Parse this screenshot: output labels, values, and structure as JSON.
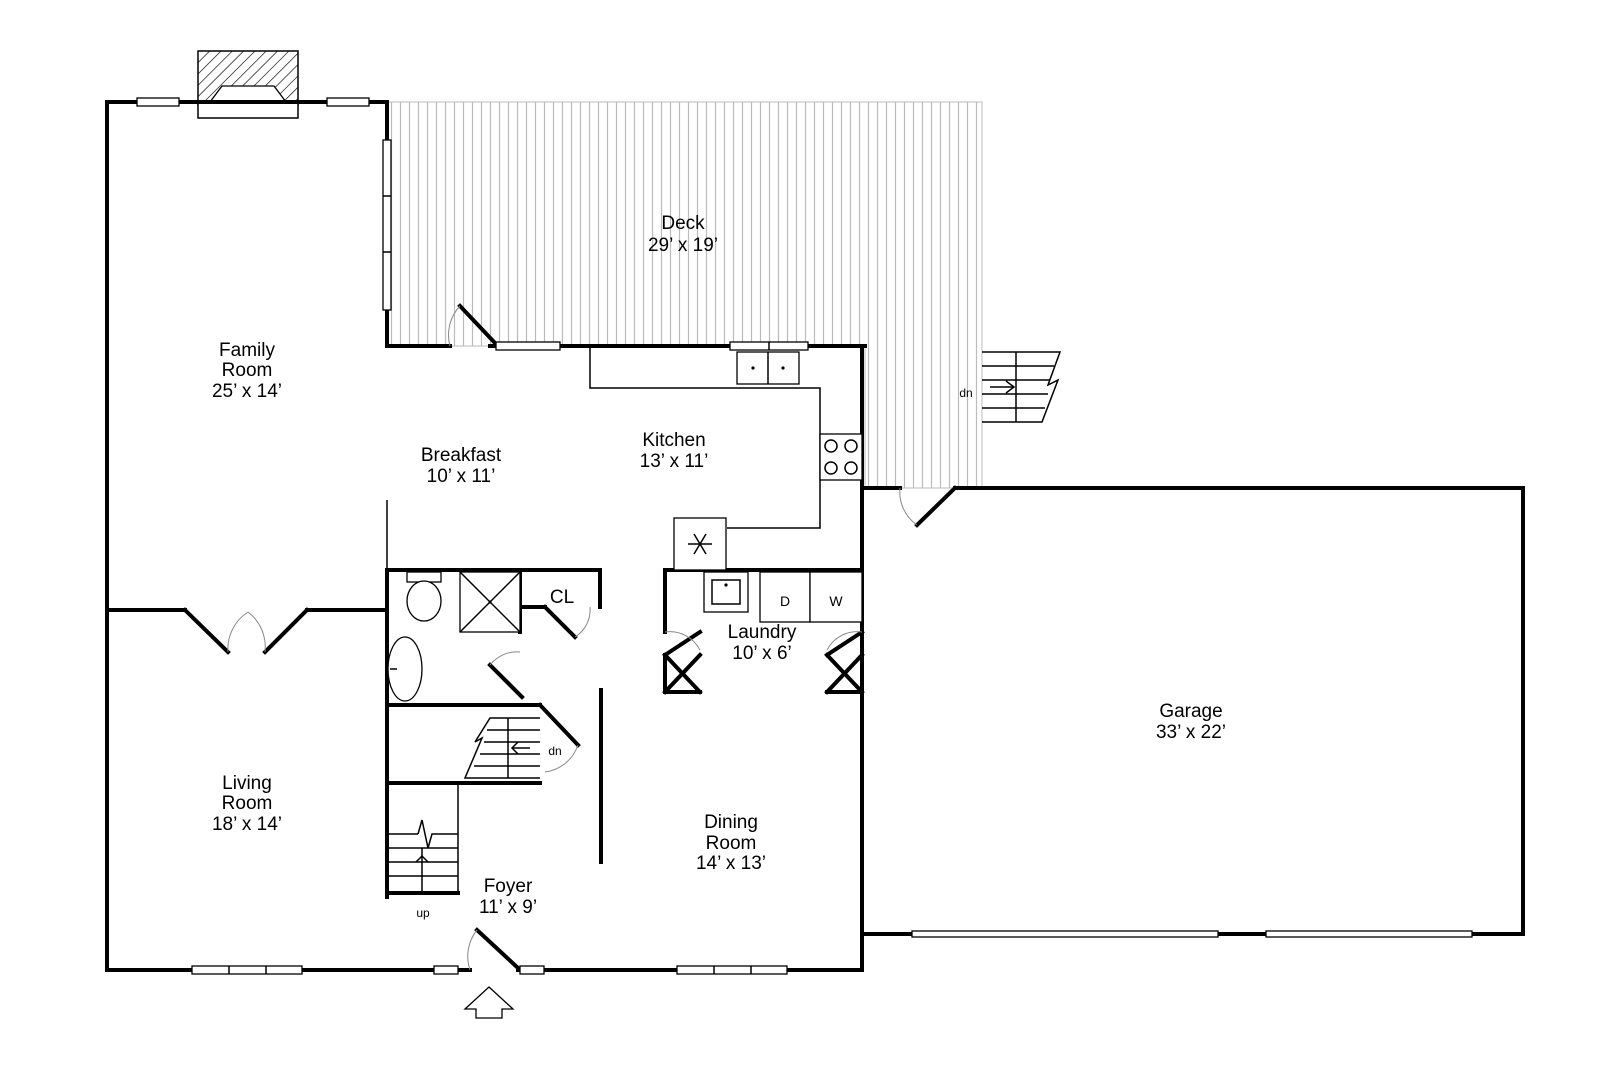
{
  "rooms": {
    "deck": {
      "name": "Deck",
      "dims": "29’ x 19’"
    },
    "family_room": {
      "name_line1": "Family",
      "name_line2": "Room",
      "dims": "25’ x 14’"
    },
    "breakfast": {
      "name": "Breakfast",
      "dims": "10’ x 11’"
    },
    "kitchen": {
      "name": "Kitchen",
      "dims": "13’ x 11’"
    },
    "laundry": {
      "name": "Laundry",
      "dims": "10’ x 6’"
    },
    "living_room": {
      "name_line1": "Living",
      "name_line2": "Room",
      "dims": "18’ x 14’"
    },
    "dining_room": {
      "name_line1": "Dining",
      "name_line2": "Room",
      "dims": "14’ x 13’"
    },
    "foyer": {
      "name": "Foyer",
      "dims": "11’ x 9’"
    },
    "garage": {
      "name": "Garage",
      "dims": "33’ x 22’"
    }
  },
  "labels": {
    "closet": "CL",
    "dryer": "D",
    "washer": "W",
    "stairs_down_main": "dn",
    "stairs_down_deck": "dn",
    "stairs_up": "up"
  },
  "colors": {
    "wall": "#000000",
    "deck_boards": "#bbbbbb",
    "background": "#ffffff"
  }
}
